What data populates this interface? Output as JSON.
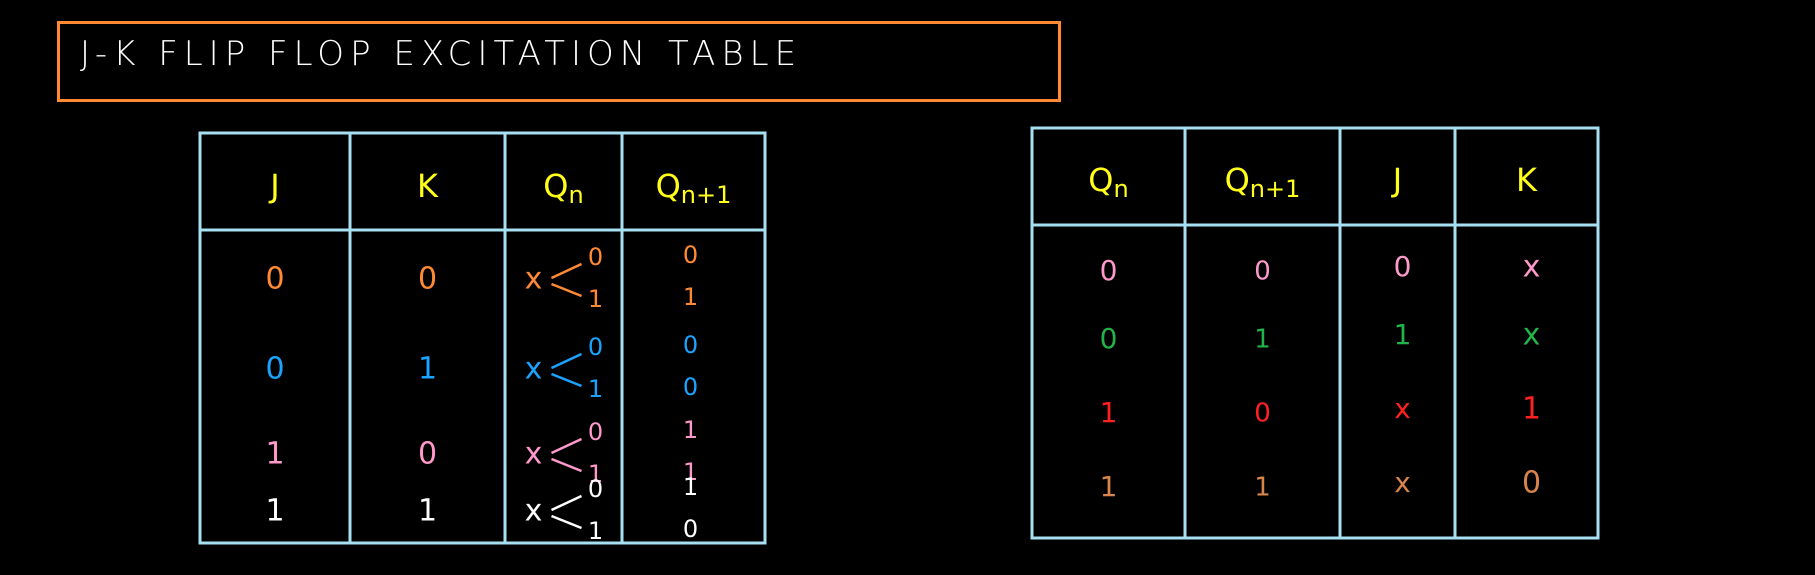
{
  "title": "J-K   FLIP   FLOP   EXCITATION   TABLE",
  "colors": {
    "background": "#000000",
    "title_border": "#ff8a33",
    "grid": "#a6e0f2",
    "header_text": "#ffff1a",
    "orange": "#ff8a33",
    "blue": "#1aa3ff",
    "pink": "#ff99cc",
    "white": "#ffffff",
    "green": "#22b34a",
    "red": "#ff2020",
    "tan": "#d9844a"
  },
  "truth_table": {
    "headers": [
      "J",
      "K",
      "Qn",
      "Qn+1"
    ],
    "rows": [
      {
        "color": "orange",
        "j": "0",
        "k": "0",
        "qn": [
          "x",
          "0",
          "1"
        ],
        "qn1": [
          "0",
          "1"
        ]
      },
      {
        "color": "blue",
        "j": "0",
        "k": "1",
        "qn": [
          "x",
          "0",
          "1"
        ],
        "qn1": [
          "0",
          "0"
        ]
      },
      {
        "color": "pink",
        "j": "1",
        "k": "0",
        "qn": [
          "x",
          "0",
          "1"
        ],
        "qn1": [
          "1",
          "1"
        ]
      },
      {
        "color": "white",
        "j": "1",
        "k": "1",
        "qn": [
          "x",
          "0",
          "1"
        ],
        "qn1": [
          "1",
          "0"
        ]
      }
    ]
  },
  "excitation_table": {
    "headers": [
      "Qn",
      "Qn+1",
      "J",
      "K"
    ],
    "rows": [
      {
        "color": "pink",
        "qn": "0",
        "qn1": "0",
        "j": "0",
        "k": "x"
      },
      {
        "color": "green",
        "qn": "0",
        "qn1": "1",
        "j": "1",
        "k": "x"
      },
      {
        "color": "red",
        "qn": "1",
        "qn1": "0",
        "j": "x",
        "k": "1"
      },
      {
        "color": "tan",
        "qn": "1",
        "qn1": "1",
        "j": "x",
        "k": "0"
      }
    ]
  }
}
